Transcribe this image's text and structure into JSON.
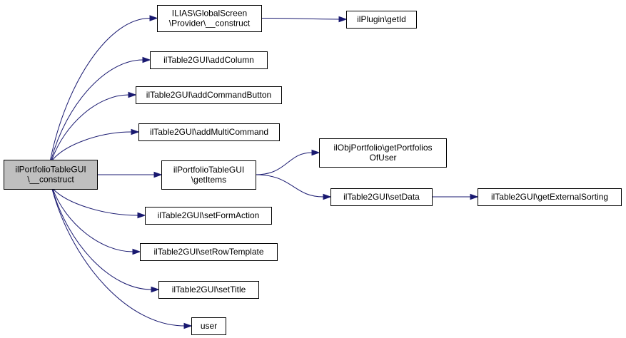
{
  "diagram": {
    "type": "call-graph",
    "nodes": [
      {
        "id": "root",
        "lines": [
          "ilPortfolioTableGUI",
          "\\__construct"
        ],
        "highlighted": true
      },
      {
        "id": "gs",
        "lines": [
          "ILIAS\\GlobalScreen",
          "\\Provider\\__construct"
        ]
      },
      {
        "id": "plugin",
        "lines": [
          "ilPlugin\\getId"
        ]
      },
      {
        "id": "addcol",
        "lines": [
          "ilTable2GUI\\addColumn"
        ]
      },
      {
        "id": "addcmd",
        "lines": [
          "ilTable2GUI\\addCommandButton"
        ]
      },
      {
        "id": "addmulti",
        "lines": [
          "ilTable2GUI\\addMultiCommand"
        ]
      },
      {
        "id": "getitems",
        "lines": [
          "ilPortfolioTableGUI",
          "\\getItems"
        ]
      },
      {
        "id": "getport",
        "lines": [
          "ilObjPortfolio\\getPortfolios",
          "OfUser"
        ]
      },
      {
        "id": "setdata",
        "lines": [
          "ilTable2GUI\\setData"
        ]
      },
      {
        "id": "extsort",
        "lines": [
          "ilTable2GUI\\getExternalSorting"
        ]
      },
      {
        "id": "setform",
        "lines": [
          "ilTable2GUI\\setFormAction"
        ]
      },
      {
        "id": "setrow",
        "lines": [
          "ilTable2GUI\\setRowTemplate"
        ]
      },
      {
        "id": "settitle",
        "lines": [
          "ilTable2GUI\\setTitle"
        ]
      },
      {
        "id": "user",
        "lines": [
          "user"
        ]
      }
    ],
    "edges": [
      {
        "from": "root",
        "to": "gs"
      },
      {
        "from": "root",
        "to": "addcol"
      },
      {
        "from": "root",
        "to": "addcmd"
      },
      {
        "from": "root",
        "to": "addmulti"
      },
      {
        "from": "root",
        "to": "getitems"
      },
      {
        "from": "root",
        "to": "setform"
      },
      {
        "from": "root",
        "to": "setrow"
      },
      {
        "from": "root",
        "to": "settitle"
      },
      {
        "from": "root",
        "to": "user"
      },
      {
        "from": "gs",
        "to": "plugin"
      },
      {
        "from": "getitems",
        "to": "getport"
      },
      {
        "from": "getitems",
        "to": "setdata"
      },
      {
        "from": "setdata",
        "to": "extsort"
      }
    ],
    "colors": {
      "edge": "#191970",
      "root_fill": "#bfbfbf",
      "node_fill": "#ffffff",
      "border": "#000000"
    }
  }
}
